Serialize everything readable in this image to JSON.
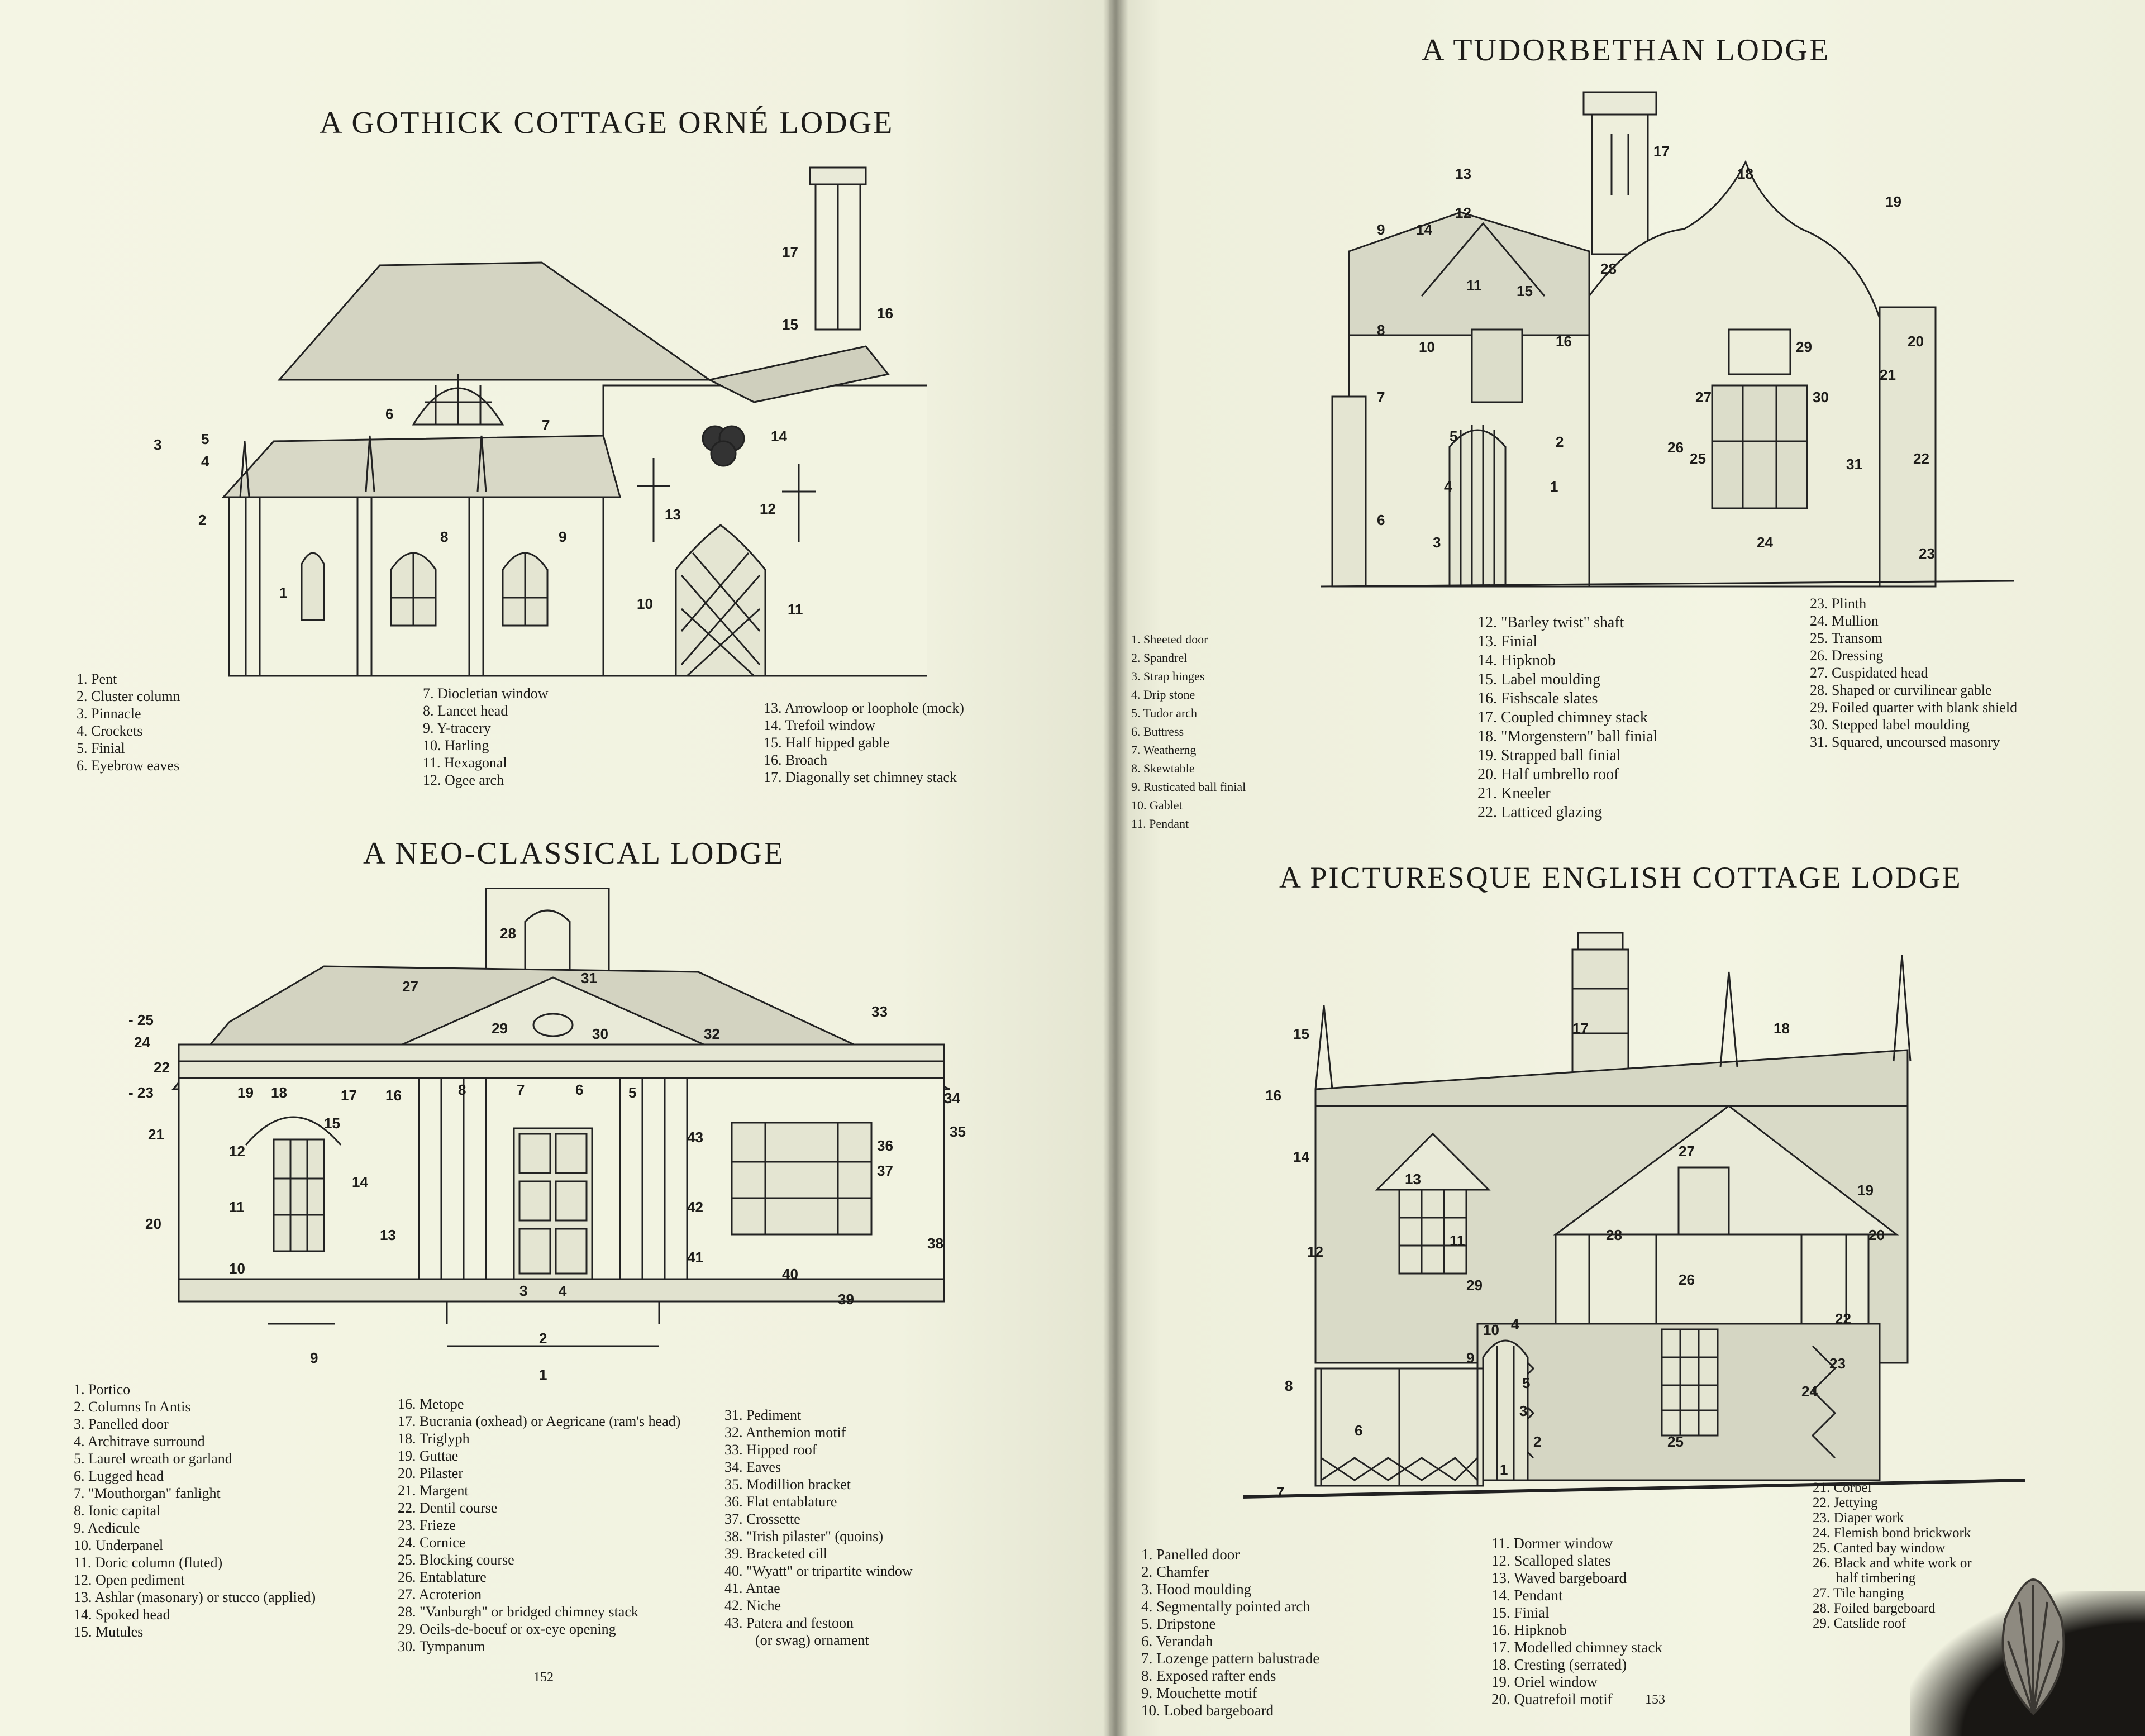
{
  "left_page": {
    "page_number": "152",
    "gothick": {
      "title": "A GOTHICK COTTAGE ORNÉ LODGE",
      "legend": [
        [
          "1. Pent",
          "2. Cluster column",
          "3. Pinnacle",
          "4. Crockets",
          "5. Finial",
          "6. Eyebrow eaves"
        ],
        [
          "7. Diocletian window",
          "8. Lancet head",
          "9. Y-tracery",
          "10. Harling",
          "11. Hexagonal",
          "12. Ogee arch"
        ],
        [
          "13. Arrowloop or loophole (mock)",
          "14. Trefoil window",
          "15. Half hipped gable",
          "16. Broach",
          "17. Diagonally set chimney stack"
        ]
      ]
    },
    "neoclassical": {
      "title": "A NEO-CLASSICAL LODGE",
      "legend": [
        [
          "1. Portico",
          "2. Columns In Antis",
          "3. Panelled door",
          "4. Architrave surround",
          "5. Laurel wreath or garland",
          "6. Lugged head",
          "7. \"Mouthorgan\" fanlight",
          "8. Ionic capital",
          "9. Aedicule",
          "10. Underpanel",
          "11. Doric column (fluted)",
          "12. Open pediment",
          "13. Ashlar (masonary) or stucco (applied)",
          "14. Spoked head",
          "15. Mutules"
        ],
        [
          "16. Metope",
          "17. Bucrania (oxhead) or Aegricane (ram's head)",
          "18. Triglyph",
          "19. Guttae",
          "20. Pilaster",
          "21. Margent",
          "22. Dentil course",
          "23. Frieze",
          "24. Cornice",
          "25. Blocking course",
          "26. Entablature",
          "27. Acroterion",
          "28. \"Vanburgh\" or bridged chimney stack",
          "29. Oeils-de-boeuf or ox-eye opening",
          "30. Tympanum"
        ],
        [
          "31. Pediment",
          "32. Anthemion motif",
          "33. Hipped roof",
          "34. Eaves",
          "35. Modillion bracket",
          "36. Flat entablature",
          "37. Crossette",
          "38. \"Irish pilaster\" (quoins)",
          "39. Bracketed cill",
          "40. \"Wyatt\" or tripartite window",
          "41. Antae",
          "42. Niche",
          "43. Patera and festoon",
          "(or swag) ornament"
        ]
      ]
    }
  },
  "right_page": {
    "page_number": "153",
    "tudorbethan": {
      "title": "A TUDORBETHAN LODGE",
      "legend": [
        [
          "1. Sheeted door",
          "2. Spandrel",
          "3. Strap hinges",
          "4. Drip stone",
          "5. Tudor arch",
          "6. Buttress",
          "7. Weatherng",
          "8. Skewtable",
          "9. Rusticated ball finial",
          "10. Gablet",
          "11. Pendant"
        ],
        [
          "12. \"Barley twist\" shaft",
          "13. Finial",
          "14. Hipknob",
          "15. Label moulding",
          "16. Fishscale slates",
          "17. Coupled chimney stack",
          "18. \"Morgenstern\" ball finial",
          "19. Strapped ball finial",
          "20. Half umbrello roof",
          "21. Kneeler",
          "22. Latticed glazing"
        ],
        [
          "23. Plinth",
          "24. Mullion",
          "25. Transom",
          "26. Dressing",
          "27. Cuspidated head",
          "28. Shaped or curvilinear gable",
          "29. Foiled quarter with blank shield",
          "30. Stepped label moulding",
          "31. Squared, uncoursed masonry"
        ]
      ]
    },
    "picturesque": {
      "title": "A PICTURESQUE ENGLISH COTTAGE LODGE",
      "legend": [
        [
          "1. Panelled door",
          "2. Chamfer",
          "3. Hood moulding",
          "4. Segmentally pointed arch",
          "5. Dripstone",
          "6. Verandah",
          "7. Lozenge pattern balustrade",
          "8. Exposed rafter ends",
          "9. Mouchette motif",
          "10. Lobed bargeboard"
        ],
        [
          "11. Dormer window",
          "12. Scalloped slates",
          "13. Waved bargeboard",
          "14. Pendant",
          "15. Finial",
          "16. Hipknob",
          "17. Modelled chimney stack",
          "18. Cresting (serrated)",
          "19. Oriel window",
          "20. Quatrefoil motif"
        ],
        [
          "21. Corbel",
          "22. Jettying",
          "23. Diaper work",
          "24. Flemish bond brickwork",
          "25. Canted bay window",
          "26. Black and white work or",
          "half timbering",
          "27. Tile hanging",
          "28. Foiled bargeboard",
          "29. Catslide roof"
        ]
      ]
    }
  }
}
